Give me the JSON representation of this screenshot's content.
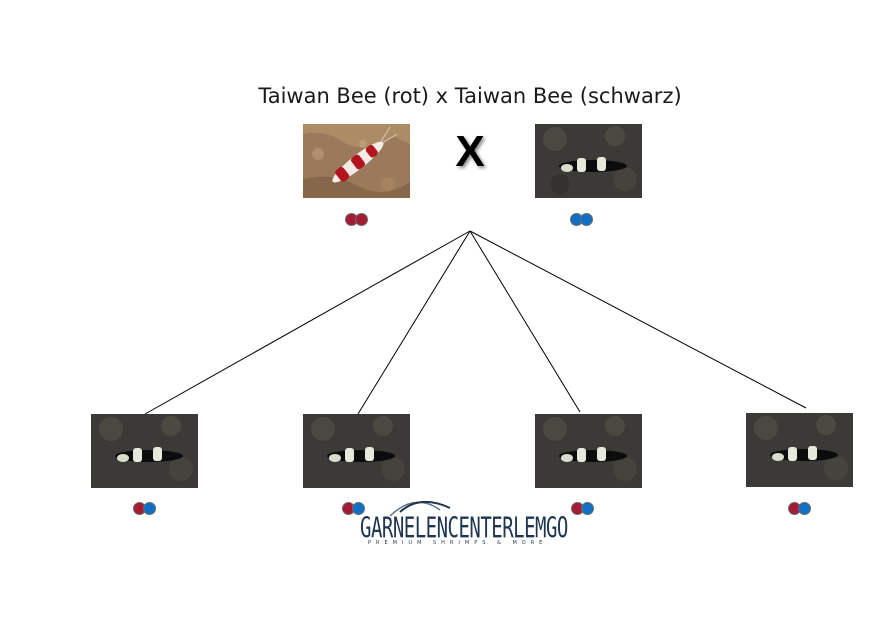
{
  "title": "Taiwan Bee (rot) x Taiwan Bee (schwarz)",
  "cross_symbol": "X",
  "colors": {
    "red_allele": "#a31c33",
    "blue_allele": "#1170c4",
    "line": "#000000",
    "logo": "#1f3550"
  },
  "parents": [
    {
      "id": "parent-red",
      "image": "red-bee-shrimp-photo",
      "alleles": [
        "red",
        "red"
      ]
    },
    {
      "id": "parent-black",
      "image": "black-bee-shrimp-photo",
      "alleles": [
        "blue",
        "blue"
      ]
    }
  ],
  "offspring": [
    {
      "id": "offspring-1",
      "image": "black-bee-shrimp-photo",
      "alleles": [
        "red",
        "blue"
      ]
    },
    {
      "id": "offspring-2",
      "image": "black-bee-shrimp-photo",
      "alleles": [
        "red",
        "blue"
      ]
    },
    {
      "id": "offspring-3",
      "image": "black-bee-shrimp-photo",
      "alleles": [
        "red",
        "blue"
      ]
    },
    {
      "id": "offspring-4",
      "image": "black-bee-shrimp-photo",
      "alleles": [
        "red",
        "blue"
      ]
    }
  ],
  "logo": {
    "name": "GARNELENCENTERLEMGO",
    "tagline": "PREMIUM SHRIMPS & MORE"
  }
}
